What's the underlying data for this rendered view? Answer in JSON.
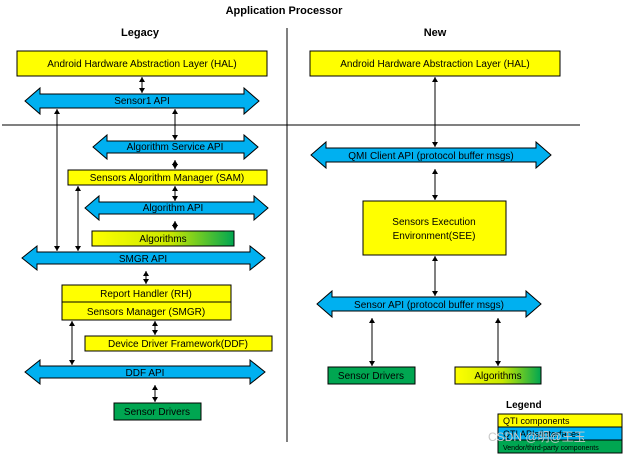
{
  "headings": {
    "top": "Application Processor",
    "legacy": "Legacy",
    "new": "New"
  },
  "legacy": {
    "hal": "Android Hardware Abstraction Layer (HAL)",
    "sensor1_api": "Sensor1 API",
    "algorithm_service_api": "Algorithm Service API",
    "sam": "Sensors Algorithm Manager (SAM)",
    "algorithm_api": "Algorithm API",
    "algorithms": "Algorithms",
    "smgr_api": "SMGR API",
    "report_handler": "Report Handler (RH)",
    "sensors_manager": "Sensors Manager (SMGR)",
    "ddf": "Device Driver Framework(DDF)",
    "ddf_api": "DDF API",
    "sensor_drivers": "Sensor Drivers"
  },
  "new": {
    "hal": "Android Hardware Abstraction Layer (HAL)",
    "qmi_client_api": "QMI Client API (protocol buffer msgs)",
    "see_line1": "Sensors Execution",
    "see_line2": "Environment(SEE)",
    "sensor_api": "Sensor API (protocol buffer msgs)",
    "sensor_drivers": "Sensor Drivers",
    "algorithms": "Algorithms"
  },
  "legend": {
    "title": "Legend",
    "items": [
      "QTI components",
      "QTI APIs/interfaces",
      "Vendor/third-party components"
    ]
  },
  "watermark": "CSDN @明@王玉",
  "colors": {
    "qti_component": "#ffff00",
    "api": "#00b0f0",
    "vendor": "#00a651",
    "line": "#000000"
  }
}
